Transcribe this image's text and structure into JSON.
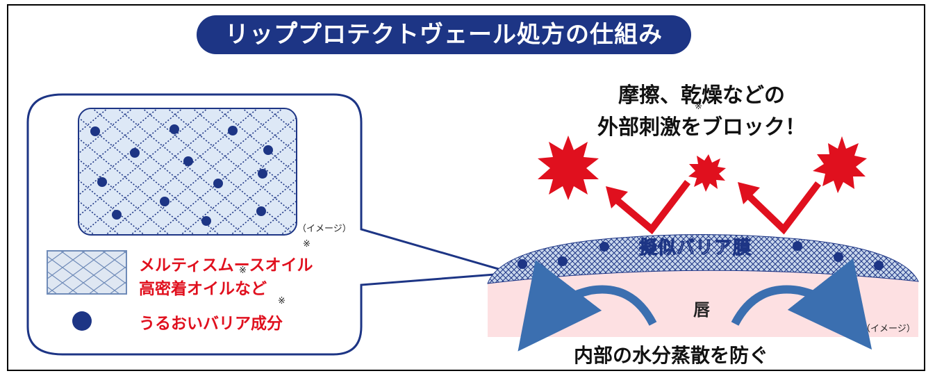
{
  "title": "リップ゚プロテクトヴェール処方の仕組み",
  "top_message": {
    "line1": "摩擦、乾燥などの",
    "line2": "外部刺激をブロック！",
    "mark": "※"
  },
  "barrier_label": "擬似バリア膜",
  "lip_label": "唇",
  "bottom_message": "内部の水分蒸散を防ぐ",
  "image_note": "（イメージ）",
  "legend": {
    "mesh_line1": "メルティスムースオイル",
    "mesh_line2": "高密着オイルなど",
    "dot_label": "うるおいバリア成分",
    "mark": "※"
  },
  "colors": {
    "navy": "#1d3585",
    "red": "#e0101e",
    "barrier": "#8fb0d8",
    "lip": "#fde0e2",
    "arrow_blue": "#3b6fb0"
  }
}
